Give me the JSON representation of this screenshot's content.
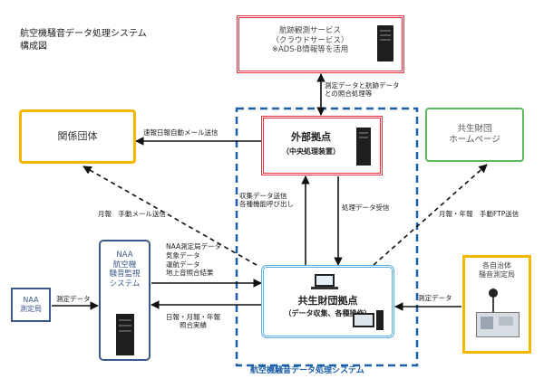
{
  "title": {
    "line1": "航空機騒音データ処理システム",
    "line2": "構成図"
  },
  "nodes": {
    "flight_service": {
      "line1": "航跡観測サービス",
      "line2": "（クラウドサービス）",
      "line3": "※ADS-B情報等を活用"
    },
    "external": {
      "title": "外部拠点",
      "subtitle": "（中央処理装置）"
    },
    "related_orgs": {
      "label": "関係団体"
    },
    "foundation_hp": {
      "line1": "共生財団",
      "line2": "ホームページ"
    },
    "naa_system": {
      "line1": "NAA",
      "line2": "航空機",
      "line3": "騒音監視",
      "line4": "システム"
    },
    "naa_station": {
      "line1": "NAA",
      "line2": "測定局"
    },
    "local_gov": {
      "line1": "各自治体",
      "line2": "騒音測定局"
    },
    "foundation": {
      "title": "共生財団拠点",
      "subtitle": "（データ収集、各種操作）"
    },
    "system_frame": {
      "label": "航空機騒音データ処理システム"
    }
  },
  "edges": {
    "cloud_exchange": {
      "line1": "測定データと航跡データ",
      "line2": "との照合処理等"
    },
    "daily_report": {
      "label": "速報日報自動メール送信"
    },
    "monthly_manual": {
      "label": "月報　手動メール送信"
    },
    "send_collect": {
      "line1": "収集データ送信",
      "line2": "各種機能呼び出し"
    },
    "receive_processed": {
      "label": "処理データ受信"
    },
    "ftp": {
      "label": "月報・年報　手動FTP送信"
    },
    "naa_data": {
      "line1": "NAA測定局データ",
      "line2": "気象データ",
      "line3": "運航データ",
      "line4": "地上音照合結果"
    },
    "reports_back": {
      "line1": "日報・月報・年報",
      "line2": "照合実績"
    },
    "measure_left": {
      "label": "測定データ"
    },
    "measure_right": {
      "label": "測定データ"
    }
  },
  "colors": {
    "red": "#e0323c",
    "yellow": "#f2b800",
    "green": "#5cb85c",
    "blue": "#1d5fa8",
    "navy": "#3b5a8a",
    "sky": "#5aaee0"
  }
}
